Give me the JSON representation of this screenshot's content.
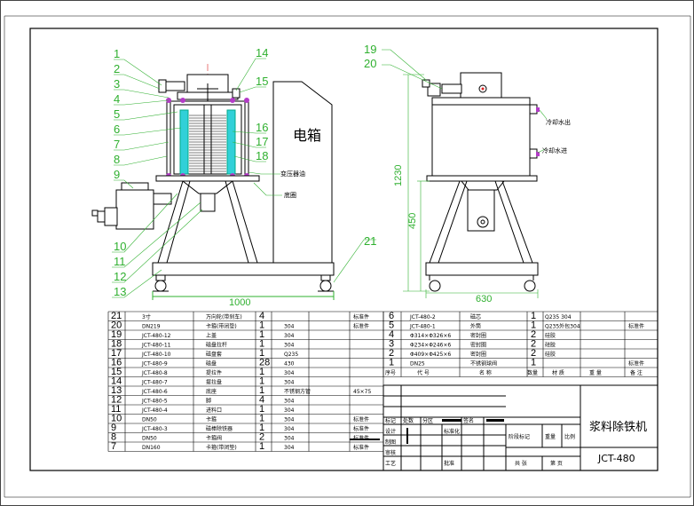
{
  "front_view": {
    "callouts_left": [
      "1",
      "2",
      "3",
      "4",
      "5",
      "6",
      "7",
      "8",
      "9",
      "10",
      "11",
      "12",
      "13"
    ],
    "callouts_right": [
      "14",
      "15",
      "16",
      "17",
      "18"
    ],
    "box_label": "电箱",
    "note_transformer": "变压器油",
    "note_base": "底圈",
    "width_dim": "1000"
  },
  "side_view": {
    "callouts": [
      "19",
      "20",
      "21"
    ],
    "note_out": "冷却水出",
    "note_in": "冷却水进",
    "height_dim": "1230",
    "sub_height_dim": "450",
    "width_dim": "630"
  },
  "bom_left": [
    {
      "no": "21",
      "code": "3寸",
      "name": "万向轮(带刹车)",
      "qty": "4",
      "mat": "",
      "std": "标准件"
    },
    {
      "no": "20",
      "code": "DN219",
      "name": "卡箍(带闭垫)",
      "qty": "1",
      "mat": "304",
      "std": "标准件"
    },
    {
      "no": "19",
      "code": "JCT-480-12",
      "name": "上盖",
      "qty": "1",
      "mat": "304",
      "std": ""
    },
    {
      "no": "18",
      "code": "JCT-480-11",
      "name": "磁盘拉杆",
      "qty": "1",
      "mat": "304",
      "std": ""
    },
    {
      "no": "17",
      "code": "JCT-480-10",
      "name": "磁盘套",
      "qty": "1",
      "mat": "Q235",
      "std": ""
    },
    {
      "no": "16",
      "code": "JCT-480-9",
      "name": "磁盘",
      "qty": "28",
      "mat": "430",
      "std": ""
    },
    {
      "no": "15",
      "code": "JCT-480-8",
      "name": "提拉件",
      "qty": "1",
      "mat": "304",
      "std": ""
    },
    {
      "no": "14",
      "code": "JCT-480-7",
      "name": "提拉盘",
      "qty": "1",
      "mat": "304",
      "std": ""
    },
    {
      "no": "13",
      "code": "JCT-480-6",
      "name": "底座",
      "qty": "1",
      "mat": "不锈钢方管",
      "std": "45×75"
    },
    {
      "no": "12",
      "code": "JCT-480-5",
      "name": "脚",
      "qty": "4",
      "mat": "304",
      "std": ""
    },
    {
      "no": "11",
      "code": "JCT-480-4",
      "name": "进料口",
      "qty": "1",
      "mat": "304",
      "std": ""
    },
    {
      "no": "10",
      "code": "DN50",
      "name": "卡箍",
      "qty": "1",
      "mat": "304",
      "std": "标准件"
    },
    {
      "no": "9",
      "code": "JCT-480-3",
      "name": "磁棒除铁器",
      "qty": "1",
      "mat": "304",
      "std": "标准件"
    },
    {
      "no": "8",
      "code": "DN50",
      "name": "卡箍阀",
      "qty": "2",
      "mat": "304",
      "std": "标准件"
    },
    {
      "no": "7",
      "code": "DN160",
      "name": "卡箍(带闭垫)",
      "qty": "1",
      "mat": "304",
      "std": "标准件"
    }
  ],
  "bom_right": [
    {
      "no": "6",
      "code": "JCT-480-2",
      "name": "磁芯",
      "qty": "1",
      "mat": "Q235 304",
      "std": ""
    },
    {
      "no": "5",
      "code": "JCT-480-1",
      "name": "外筒",
      "qty": "1",
      "mat": "Q235外包304",
      "std": "标准件"
    },
    {
      "no": "4",
      "code": "Φ314×Φ326×6",
      "name": "密封圈",
      "qty": "2",
      "mat": "硅胶",
      "std": ""
    },
    {
      "no": "3",
      "code": "Φ234×Φ246×6",
      "name": "密封圈",
      "qty": "2",
      "mat": "硅胶",
      "std": ""
    },
    {
      "no": "2",
      "code": "Φ409×Φ425×6",
      "name": "密封圈",
      "qty": "2",
      "mat": "硅胶",
      "std": ""
    },
    {
      "no": "1",
      "code": "DN25",
      "name": "不锈钢球阀",
      "qty": "1",
      "mat": "",
      "std": "标准件"
    }
  ],
  "bom_header": {
    "no": "序号",
    "code": "代  号",
    "name": "名  称",
    "qty": "数量",
    "mat": "材  质",
    "weight": "重  量",
    "remark": "备  注"
  },
  "title_block": {
    "title": "浆料除铁机",
    "code": "JCT-480",
    "mark": "标记",
    "count": "处数",
    "zone": "分区",
    "sign": "签名",
    "design": "设计",
    "drafting": "制图",
    "review": "审核",
    "process": "工艺",
    "approve": "批准",
    "std_check": "标准化",
    "stage_mark": "阶段标记",
    "weight": "重量",
    "ratio": "比例",
    "total": "共  张",
    "page": "第  页"
  }
}
